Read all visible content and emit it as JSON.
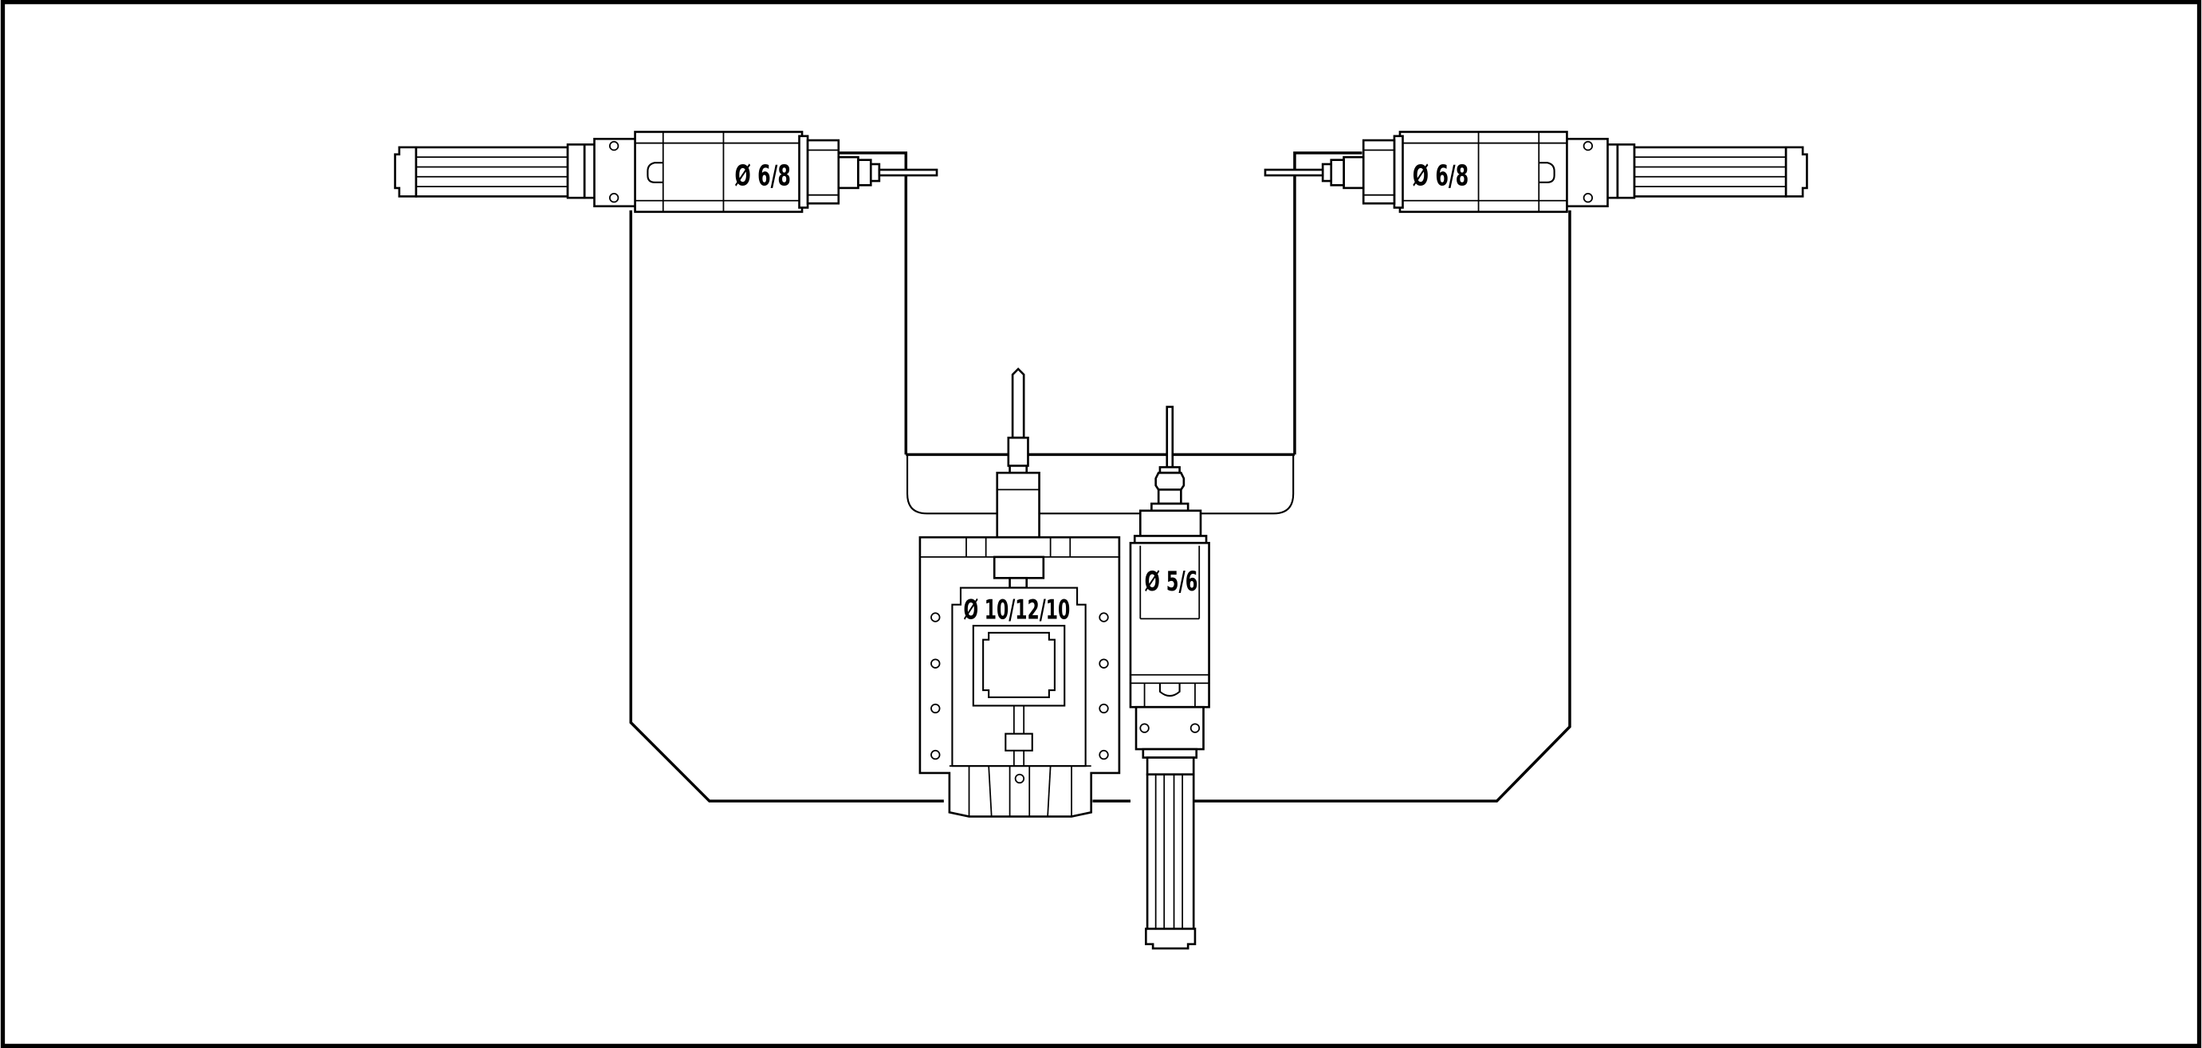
{
  "colors": {
    "stroke": "#000000",
    "background": "#ffffff",
    "fill": "#ffffff"
  },
  "labels": {
    "left_actuator": "Ø 6/8",
    "right_actuator": "Ø 6/8",
    "center_block": "Ø 10/12/10",
    "right_valve": "Ø 5/6"
  }
}
